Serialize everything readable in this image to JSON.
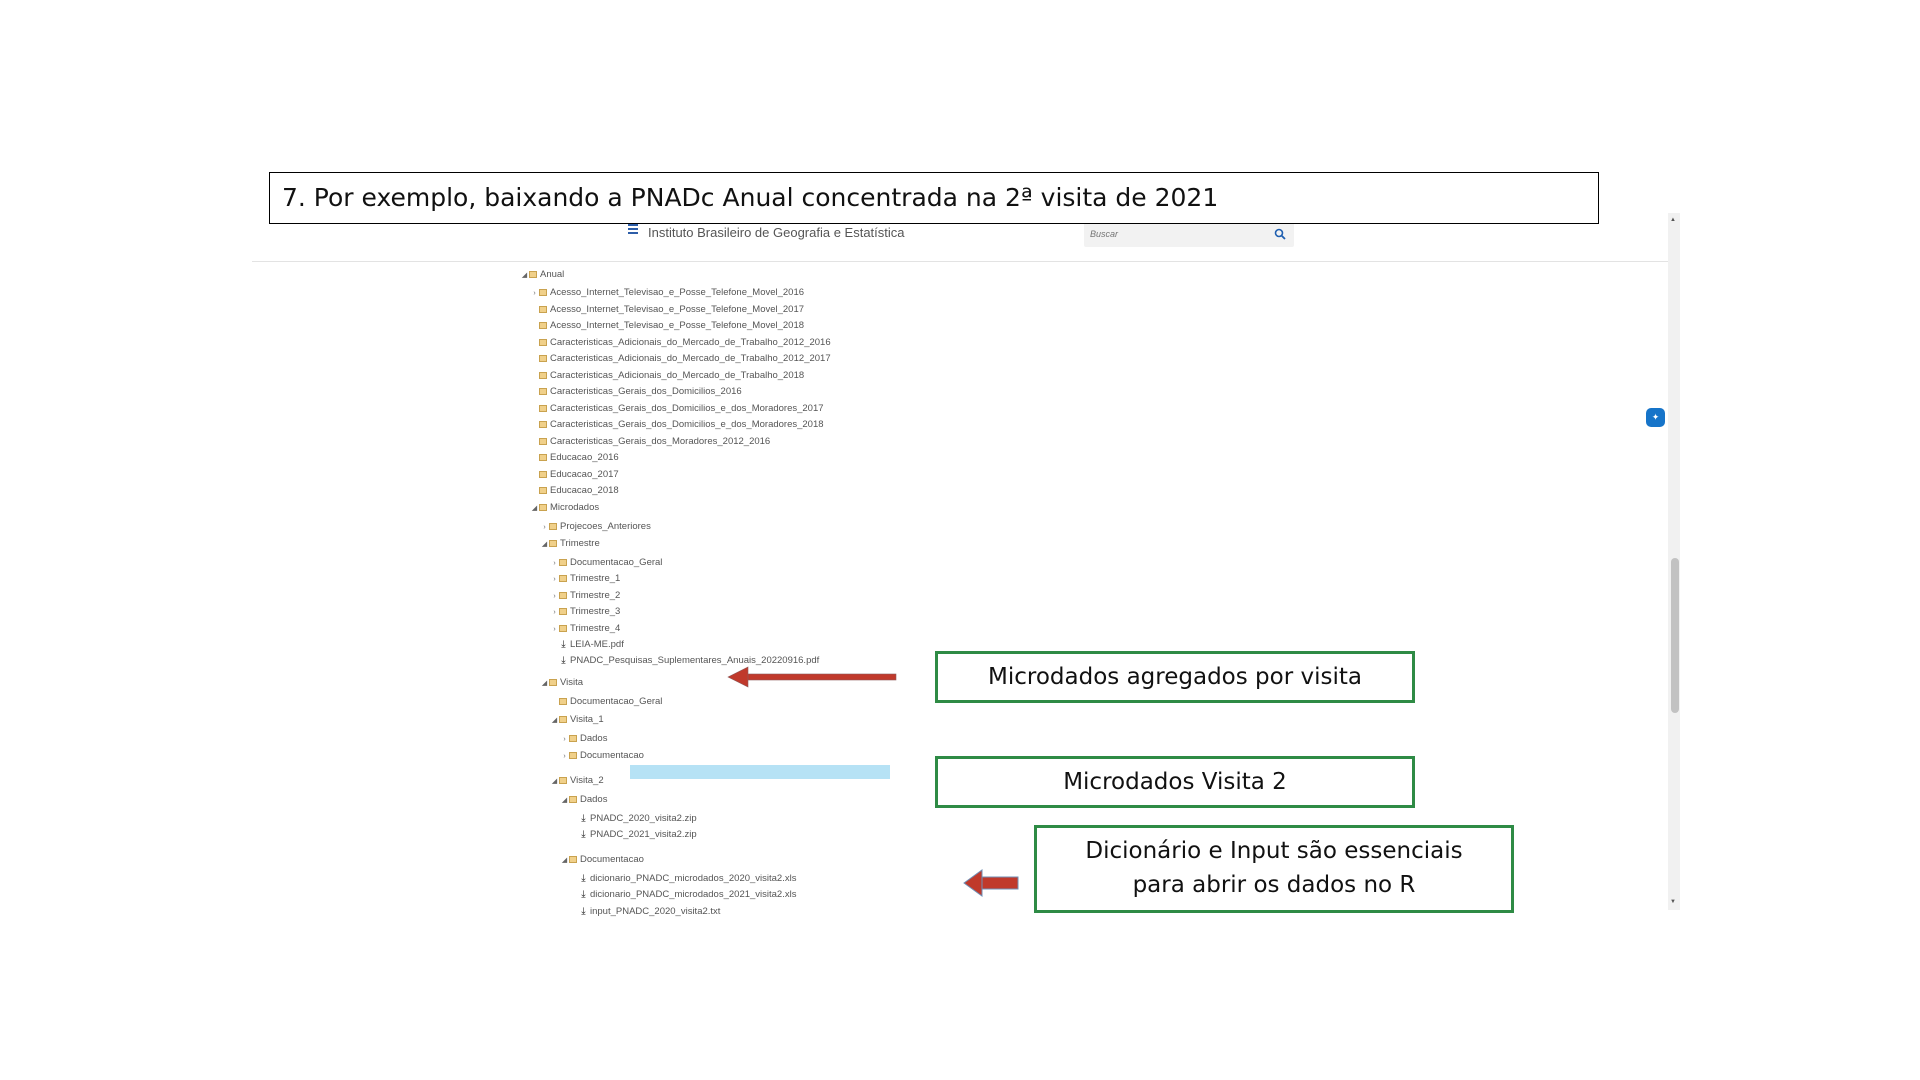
{
  "slide_title": "7. Por exemplo, baixando a PNADc Anual concentrada na 2ª visita de 2021",
  "header": {
    "site_name": "Instituto Brasileiro de Geografia e Estatística",
    "search_placeholder": "Buscar",
    "menu_icon": "hamburger-icon",
    "search_icon": "magnifier-icon"
  },
  "tree": [
    {
      "label": "Anual",
      "depth": 0,
      "type": "folder",
      "toggle": "open"
    },
    {
      "label": "Acesso_Internet_Televisao_e_Posse_Telefone_Movel_2016",
      "depth": 1,
      "type": "folder",
      "toggle": "closed"
    },
    {
      "label": "Acesso_Internet_Televisao_e_Posse_Telefone_Movel_2017",
      "depth": 1,
      "type": "folder",
      "toggle": ""
    },
    {
      "label": "Acesso_Internet_Televisao_e_Posse_Telefone_Movel_2018",
      "depth": 1,
      "type": "folder",
      "toggle": ""
    },
    {
      "label": "Caracteristicas_Adicionais_do_Mercado_de_Trabalho_2012_2016",
      "depth": 1,
      "type": "folder",
      "toggle": ""
    },
    {
      "label": "Caracteristicas_Adicionais_do_Mercado_de_Trabalho_2012_2017",
      "depth": 1,
      "type": "folder",
      "toggle": ""
    },
    {
      "label": "Caracteristicas_Adicionais_do_Mercado_de_Trabalho_2018",
      "depth": 1,
      "type": "folder",
      "toggle": ""
    },
    {
      "label": "Caracteristicas_Gerais_dos_Domicilios_2016",
      "depth": 1,
      "type": "folder",
      "toggle": ""
    },
    {
      "label": "Caracteristicas_Gerais_dos_Domicilios_e_dos_Moradores_2017",
      "depth": 1,
      "type": "folder",
      "toggle": ""
    },
    {
      "label": "Caracteristicas_Gerais_dos_Domicilios_e_dos_Moradores_2018",
      "depth": 1,
      "type": "folder",
      "toggle": ""
    },
    {
      "label": "Caracteristicas_Gerais_dos_Moradores_2012_2016",
      "depth": 1,
      "type": "folder",
      "toggle": ""
    },
    {
      "label": "Educacao_2016",
      "depth": 1,
      "type": "folder",
      "toggle": ""
    },
    {
      "label": "Educacao_2017",
      "depth": 1,
      "type": "folder",
      "toggle": ""
    },
    {
      "label": "Educacao_2018",
      "depth": 1,
      "type": "folder",
      "toggle": ""
    },
    {
      "label": "Microdados",
      "depth": 1,
      "type": "folder",
      "toggle": "open"
    },
    {
      "label": "Projecoes_Anteriores",
      "depth": 2,
      "type": "folder",
      "toggle": "closed"
    },
    {
      "label": "Trimestre",
      "depth": 2,
      "type": "folder",
      "toggle": "open"
    },
    {
      "label": "Documentacao_Geral",
      "depth": 3,
      "type": "folder",
      "toggle": "closed"
    },
    {
      "label": "Trimestre_1",
      "depth": 3,
      "type": "folder",
      "toggle": "closed"
    },
    {
      "label": "Trimestre_2",
      "depth": 3,
      "type": "folder",
      "toggle": "closed"
    },
    {
      "label": "Trimestre_3",
      "depth": 3,
      "type": "folder",
      "toggle": "closed"
    },
    {
      "label": "Trimestre_4",
      "depth": 3,
      "type": "folder",
      "toggle": "closed"
    },
    {
      "label": "LEIA-ME.pdf",
      "depth": 3,
      "type": "file",
      "toggle": ""
    },
    {
      "label": "PNADC_Pesquisas_Suplementares_Anuais_20220916.pdf",
      "depth": 3,
      "type": "file",
      "toggle": ""
    },
    {
      "label": "Visita",
      "depth": 2,
      "type": "folder",
      "toggle": "open"
    },
    {
      "label": "Documentacao_Geral",
      "depth": 3,
      "type": "folder",
      "toggle": ""
    },
    {
      "label": "Visita_1",
      "depth": 3,
      "type": "folder",
      "toggle": "open"
    },
    {
      "label": "Dados",
      "depth": 4,
      "type": "folder",
      "toggle": "closed"
    },
    {
      "label": "Documentacao",
      "depth": 4,
      "type": "folder",
      "toggle": "closed"
    },
    {
      "label": "Visita_2",
      "depth": 3,
      "type": "folder",
      "toggle": "open",
      "selected": true
    },
    {
      "label": "Dados",
      "depth": 4,
      "type": "folder",
      "toggle": "open"
    },
    {
      "label": "PNADC_2020_visita2.zip",
      "depth": 5,
      "type": "file",
      "toggle": ""
    },
    {
      "label": "PNADC_2021_visita2.zip",
      "depth": 5,
      "type": "file",
      "toggle": ""
    },
    {
      "label": "Documentacao",
      "depth": 4,
      "type": "folder",
      "toggle": "open"
    },
    {
      "label": "dicionario_PNADC_microdados_2020_visita2.xls",
      "depth": 5,
      "type": "file",
      "toggle": ""
    },
    {
      "label": "dicionario_PNADC_microdados_2021_visita2.xls",
      "depth": 5,
      "type": "file",
      "toggle": ""
    },
    {
      "label": "input_PNADC_2020_visita2.txt",
      "depth": 5,
      "type": "file",
      "toggle": ""
    }
  ],
  "callouts": {
    "visita": "Microdados agregados por visita",
    "visita2": "Microdados Visita 2",
    "dict_line1": "Dicionário e Input são essenciais",
    "dict_line2": "para abrir os dados no R"
  },
  "colors": {
    "callout_border": "#2e8b45",
    "arrow": "#c0392b",
    "selection": "#b6e2f5"
  }
}
